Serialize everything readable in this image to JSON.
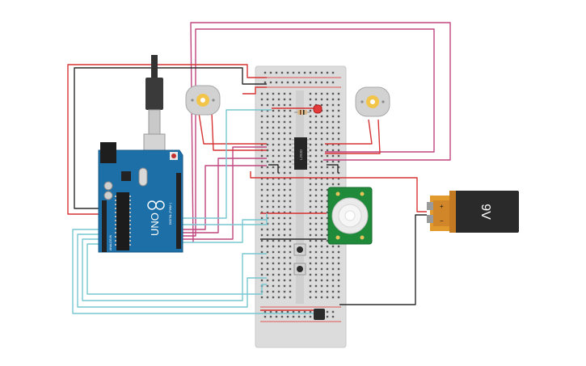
{
  "arduino": {
    "brand": "UNO",
    "label_digital": "DIGITAL (PWM~)",
    "label_analog": "ANALOG IN",
    "board_color": "#1d6fa8"
  },
  "battery": {
    "voltage_label": "9V",
    "terminal_plus": "+",
    "terminal_minus": "−"
  },
  "ic": {
    "label": "L293D"
  },
  "wire_colors": {
    "red": "#d63434",
    "dark": "#2b2b2b",
    "magenta": "#c0457f",
    "cyan": "#76c7d0"
  },
  "components": {
    "motor_left": "dc-motor",
    "motor_right": "dc-motor",
    "pir_sensor": "pir-sensor",
    "push_buttons": 2,
    "led_color": "#e23b3b"
  }
}
